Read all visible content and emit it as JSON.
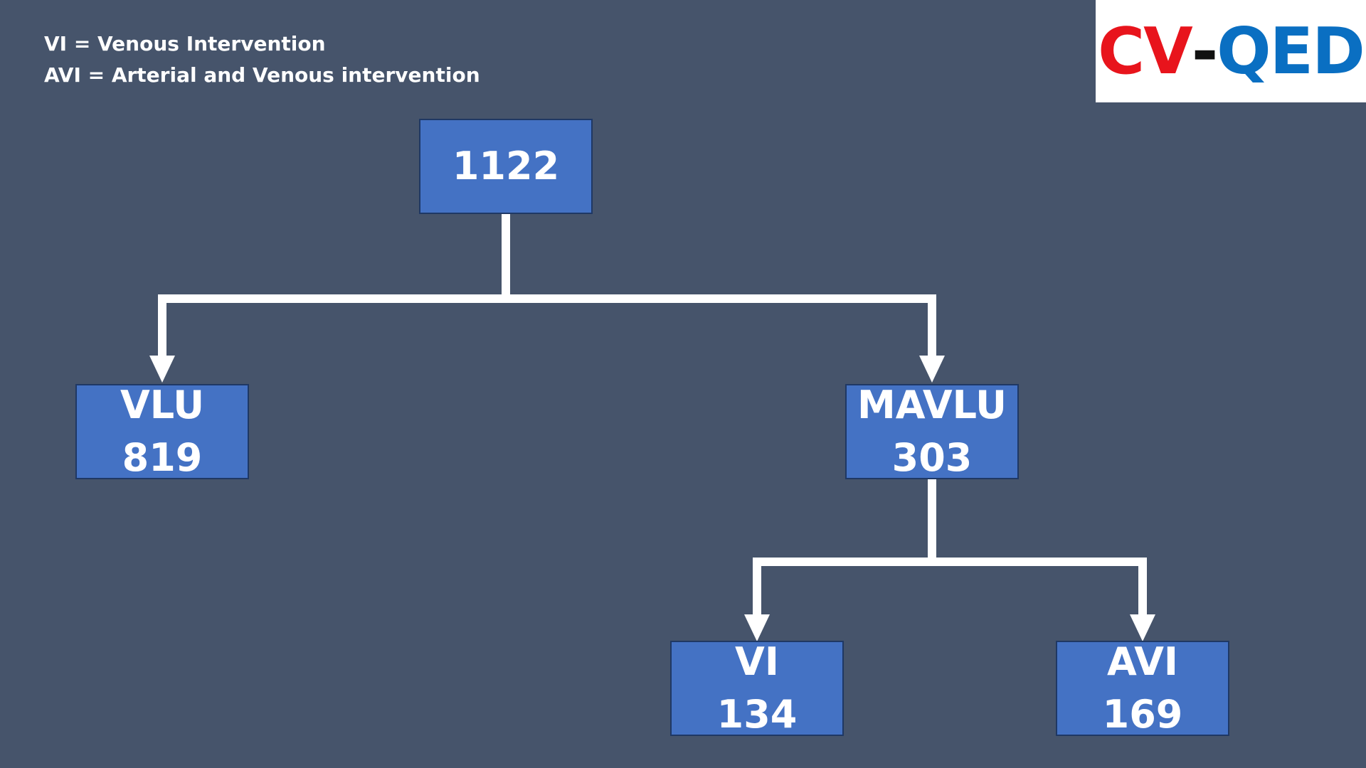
{
  "legend": {
    "line1": "VI = Venous Intervention",
    "line2": "AVI = Arterial and Venous intervention"
  },
  "logo": {
    "part1": "CV",
    "dash": "-",
    "part2": "QED",
    "color1": "#e8141c",
    "color_dash": "#111111",
    "color2": "#0a6fc2"
  },
  "nodes": {
    "root": {
      "label": "",
      "value": "1122"
    },
    "vlu": {
      "label": "VLU",
      "value": "819"
    },
    "mavlu": {
      "label": "MAVLU",
      "value": "303"
    },
    "vi": {
      "label": "VI",
      "value": "134"
    },
    "avi": {
      "label": "AVI",
      "value": "169"
    }
  },
  "colors": {
    "background": "#46546b",
    "box": "#4472c4",
    "box_border": "#1f3864",
    "connector": "#ffffff"
  }
}
